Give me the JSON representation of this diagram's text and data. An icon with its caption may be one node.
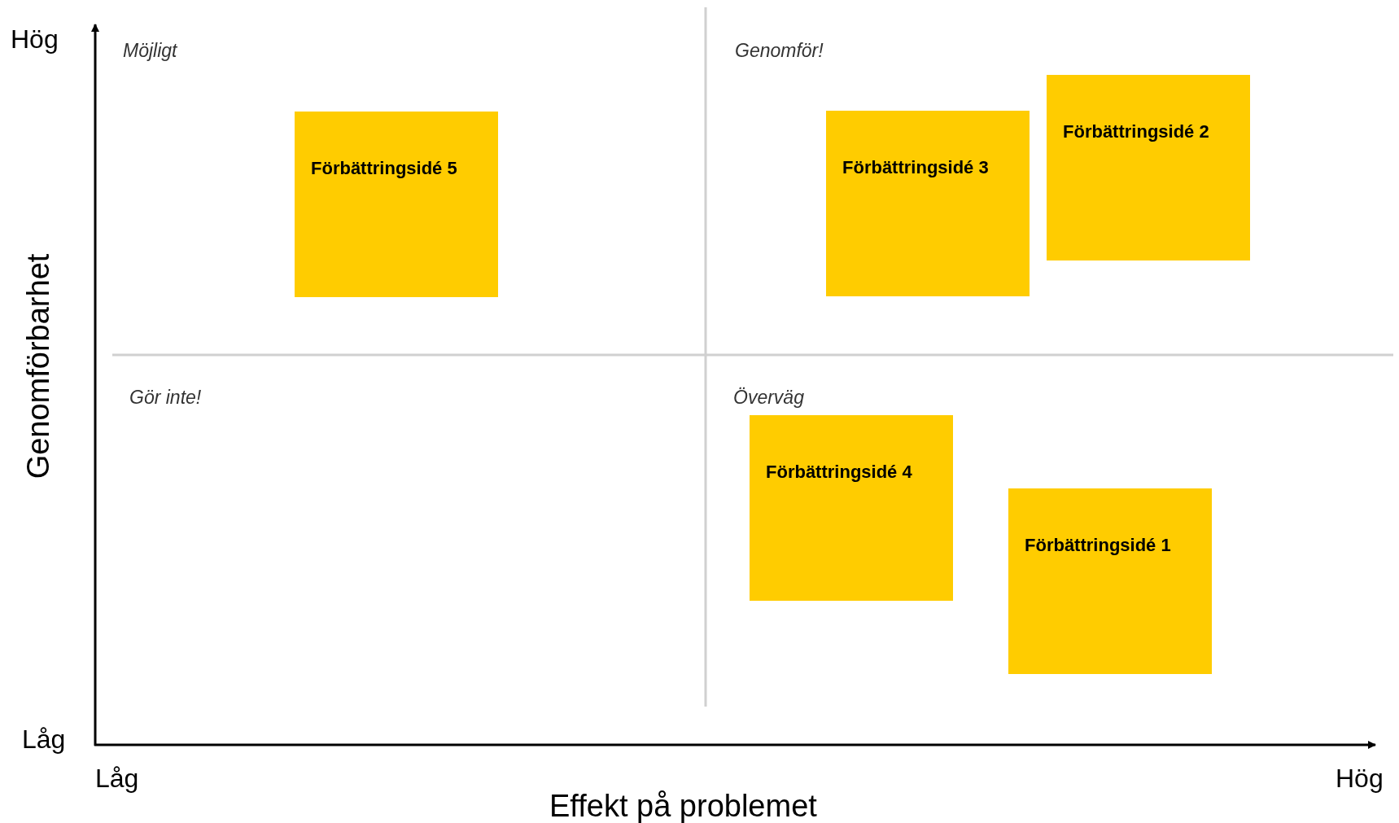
{
  "diagram": {
    "nodes": [
      {
        "text": [
          "Förbättringsidé 5"
        ]
      },
      {
        "text": [
          "Förbättringsidé 3"
        ]
      },
      {
        "text": [
          "Förbättringsidé 2"
        ]
      },
      {
        "text": [
          "Förbättringsidé 4"
        ]
      },
      {
        "text": [
          "Förbättringsidé 1"
        ]
      }
    ],
    "labels": [
      "Hög",
      "Möjligt",
      "Genomför!",
      "Genomförbarhet",
      "Gör inte!",
      "Överväg",
      "Låg",
      "Låg",
      "Effekt på problemet",
      "Hög"
    ]
  }
}
